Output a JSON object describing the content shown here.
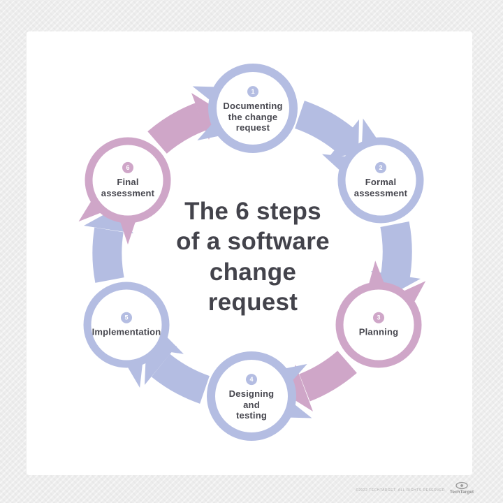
{
  "colors": {
    "periwinkle": "#b4bde2",
    "pink": "#cfa6c8",
    "title_text": "#43434b",
    "label_text": "#46464e",
    "card_bg": "#ffffff",
    "page_bg": "#ededed",
    "footer_text": "#b0b0b0",
    "logo_gray": "#8f8f8f"
  },
  "title": "The 6 steps\nof a software\nchange\nrequest",
  "steps": [
    {
      "number": "1",
      "label": "Documenting\nthe change\nrequest",
      "color": "periwinkle"
    },
    {
      "number": "2",
      "label": "Formal\nassessment",
      "color": "periwinkle"
    },
    {
      "number": "3",
      "label": "Planning",
      "color": "pink"
    },
    {
      "number": "4",
      "label": "Designing\nand\ntesting",
      "color": "periwinkle"
    },
    {
      "number": "5",
      "label": "Implementation",
      "color": "periwinkle"
    },
    {
      "number": "6",
      "label": "Final\nassessment",
      "color": "pink"
    }
  ],
  "footer": {
    "copyright": "©2022 TECHTARGET, ALL RIGHTS RESERVED",
    "brand": "TechTarget"
  }
}
